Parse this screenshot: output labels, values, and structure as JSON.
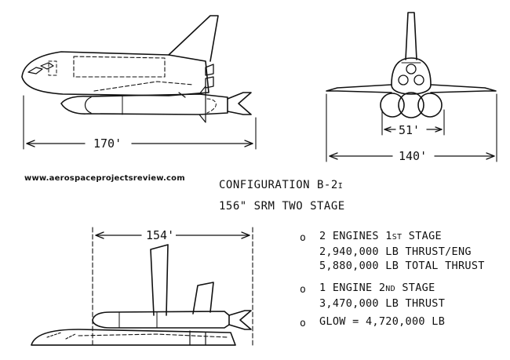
{
  "watermark": "www.aerospaceprojectsreview.com",
  "dimensions": {
    "side_length": "170'",
    "front_span": "140'",
    "front_spacing": "51'",
    "bottom_length": "154'"
  },
  "config": {
    "title": "CONFIGURATION B-2",
    "title_sub": "I",
    "subtitle": "156\" SRM TWO STAGE"
  },
  "specs": [
    {
      "bullet": "o",
      "lines": [
        "2 ENGINES 1",
        "2,940,000 LB THRUST/ENG",
        "5,880,000 LB TOTAL THRUST"
      ],
      "first_sup": "ST",
      "first_tail": " STAGE"
    },
    {
      "bullet": "o",
      "lines": [
        "1 ENGINE 2",
        "3,470,000 LB THRUST"
      ],
      "first_sup": "ND",
      "first_tail": " STAGE"
    },
    {
      "bullet": "o",
      "lines": [
        "GLOW = 4,720,000 LB"
      ]
    }
  ]
}
